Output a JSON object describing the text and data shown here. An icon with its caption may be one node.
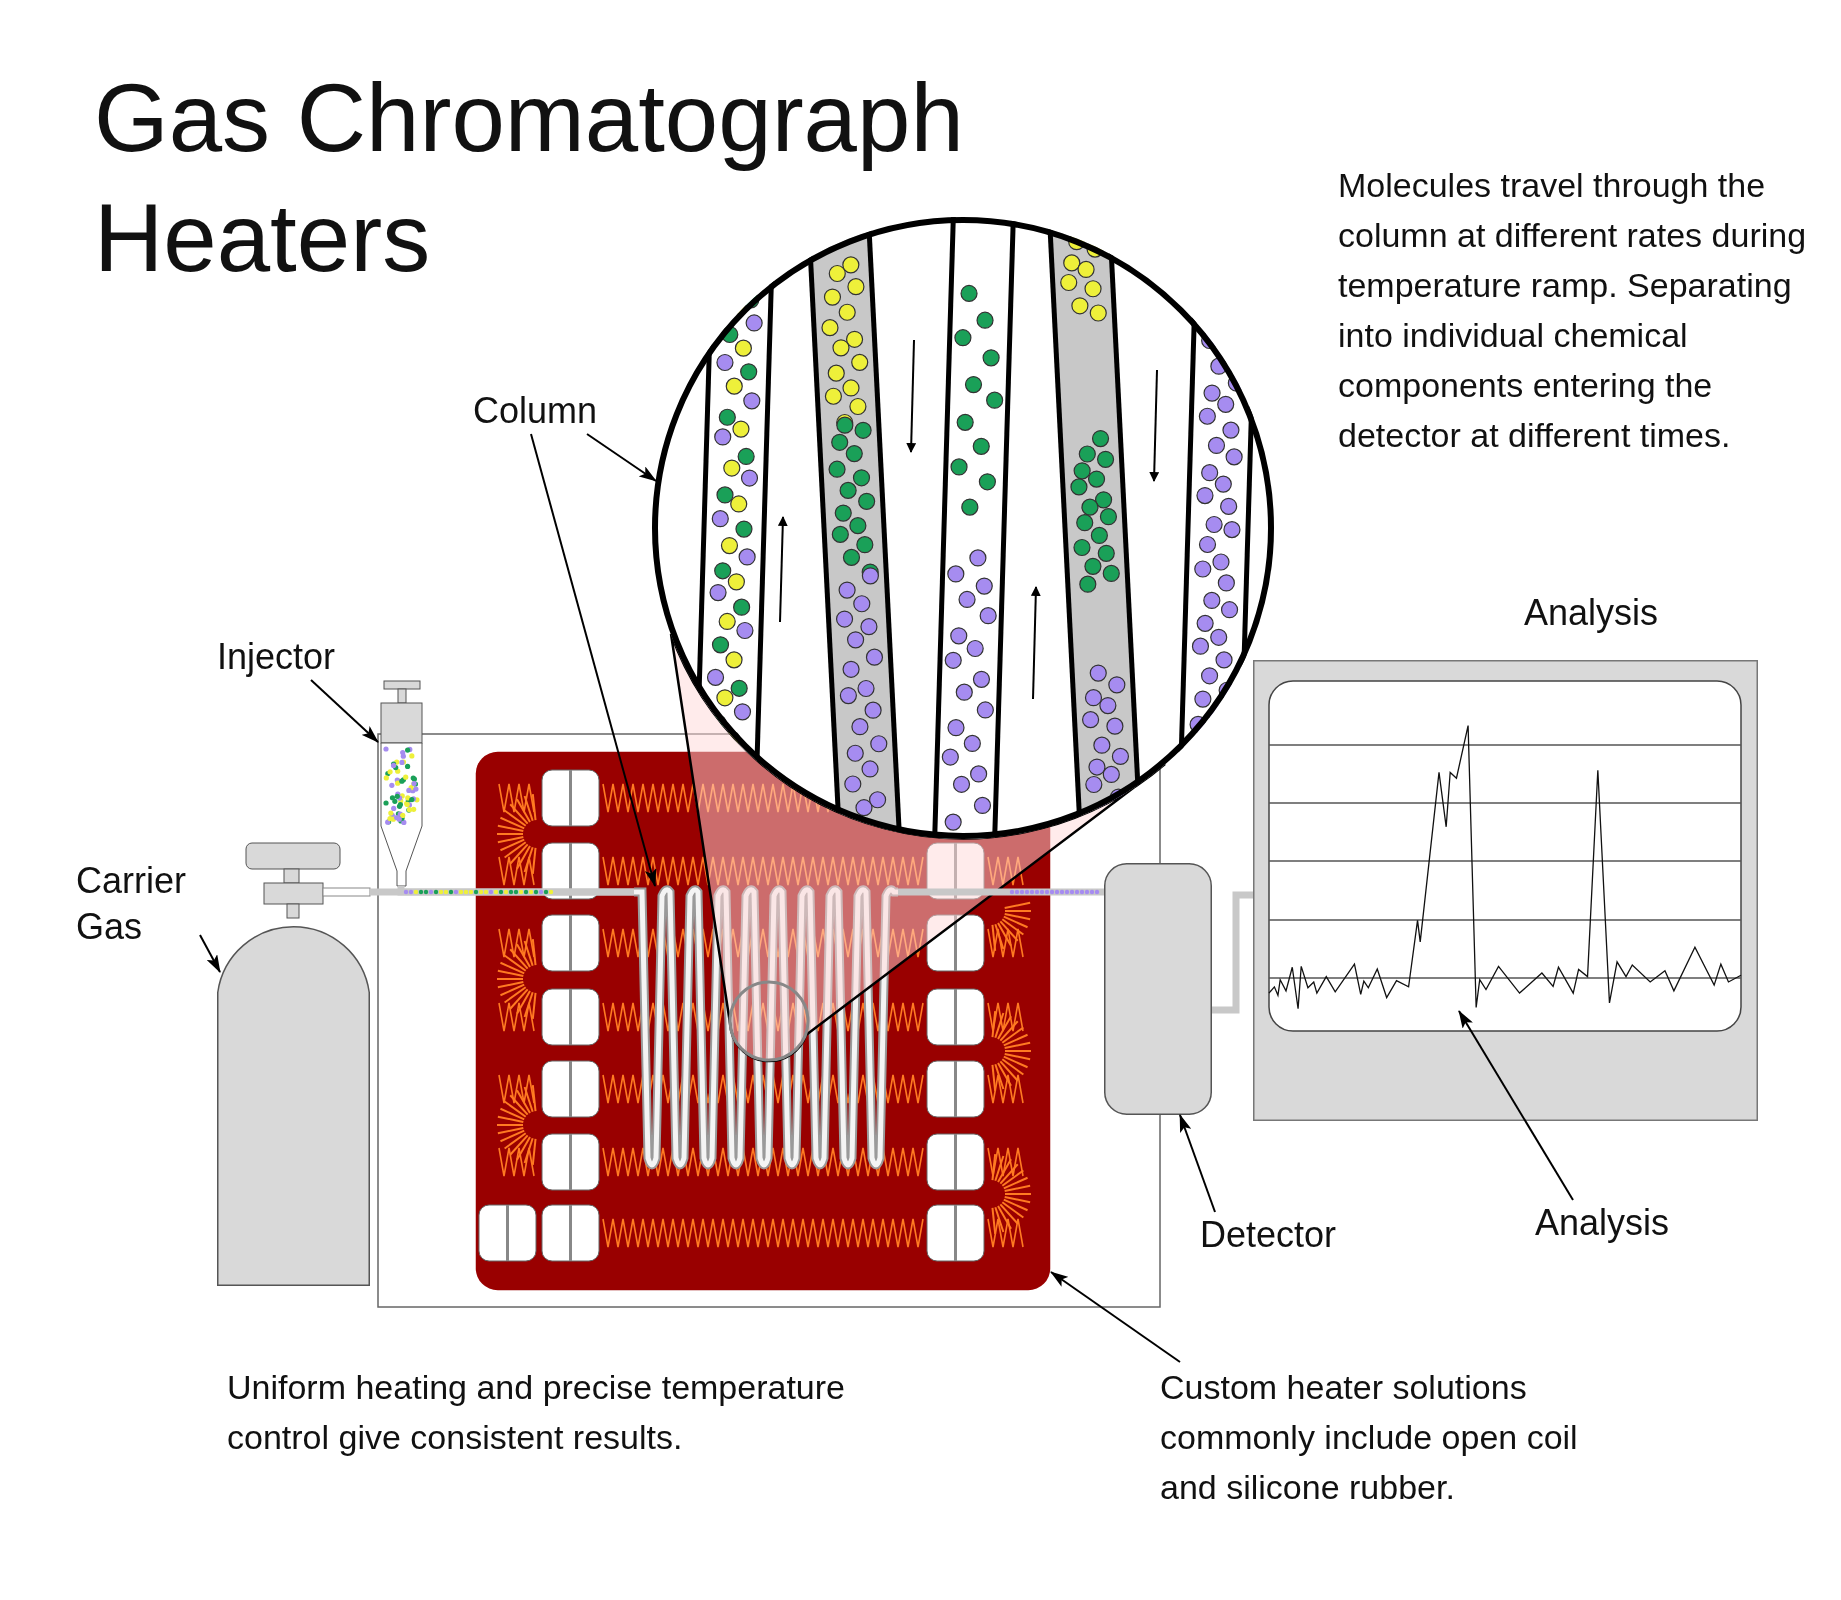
{
  "diagram": {
    "title": "Gas Chromatograph Heaters",
    "nodes": [
      {
        "text": [
          "Column"
        ]
      },
      {
        "text": [],
        "shape": "circle"
      },
      {
        "text": [
          "Injector"
        ]
      },
      {
        "text": [],
        "shape": "picture"
      },
      {
        "text": [
          "Carrier Gas"
        ]
      },
      {
        "text": [],
        "shape": "cylinder"
      },
      {
        "text": [],
        "shape": "box"
      },
      {
        "text": [],
        "shape": "picture",
        "in": 6
      },
      {
        "text": [],
        "shape": "box"
      },
      {
        "text": [],
        "shape": "box"
      },
      {
        "text": [],
        "shape": "picture",
        "in": 9
      },
      {
        "text": [
          "Detector"
        ]
      },
      {
        "text": [
          "Analysis"
        ]
      },
      {
        "text": [
          "Custom heater solutions commonly include open coil and silicone rubber."
        ]
      }
    ],
    "edges": [
      {
        "from": 0,
        "to": 1,
        "arrow": "to"
      },
      {
        "from": 0,
        "to": 7,
        "arrow": "to"
      },
      {
        "from": 2,
        "to": 3,
        "arrow": "to"
      },
      {
        "from": 4,
        "to": 5,
        "arrow": "to"
      },
      {
        "from": 11,
        "to": 8,
        "arrow": "to"
      },
      {
        "from": 12,
        "to": 10,
        "arrow": "to"
      },
      {
        "from": 13,
        "to": 6,
        "arrow": "to"
      },
      {
        "from": 5,
        "to": 7,
        "arrow": "none",
        "style": "thick",
        "color": "#c8c8c8"
      },
      {
        "from": 3,
        "to": 7,
        "arrow": "none",
        "style": "thick",
        "color": "#c8c8c8"
      },
      {
        "from": 7,
        "to": 8,
        "arrow": "none",
        "style": "thick",
        "color": "#c8c8c8"
      },
      {
        "from": 8,
        "to": 9,
        "arrow": "none",
        "style": "thick",
        "color": "#c8c8c8"
      }
    ],
    "labels": [
      "Molecules travel through the column at different rates during temperature ramp. Separating into individual chemical components entering the detector at different times.",
      "Analysis",
      "Uniform heating and precise temperature control give consistent results."
    ]
  }
}
